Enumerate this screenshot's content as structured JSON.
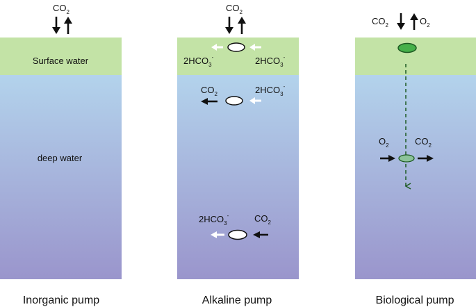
{
  "colors": {
    "surface": "#c3e3a6",
    "deep_top": "#b3d3ec",
    "deep_bottom": "#9a95cc",
    "arrow_dark": "#111111",
    "arrow_white": "#ffffff",
    "cell_fill": "#46b04a",
    "cell_outline": "#1d5a22",
    "cell_sinking": "#8cc39a",
    "carbonate_fill": "#ffffff"
  },
  "columns": {
    "inorganic": {
      "caption": "Inorganic pump",
      "surface_label": "Surface water",
      "deep_label": "deep water",
      "top_gas": {
        "text": "CO",
        "sub": "2"
      }
    },
    "alkaline": {
      "caption": "Alkaline pump",
      "top_gas": {
        "text": "CO",
        "sub": "2"
      },
      "surface_left": {
        "text": "2HCO",
        "sub": "3",
        "sup": "-"
      },
      "surface_right": {
        "text": "2HCO",
        "sub": "3",
        "sup": "-"
      },
      "mid_left": {
        "text": "CO",
        "sub": "2"
      },
      "mid_right": {
        "text": "2HCO",
        "sub": "3",
        "sup": "-"
      },
      "bottom_left": {
        "text": "2HCO",
        "sub": "3",
        "sup": "-"
      },
      "bottom_right": {
        "text": "CO",
        "sub": "2"
      }
    },
    "biological": {
      "caption": "Biological pump",
      "top_left_gas": {
        "text": "CO",
        "sub": "2"
      },
      "top_right_gas": {
        "text": "O",
        "sub": "2"
      },
      "deep_left_gas": {
        "text": "O",
        "sub": "2"
      },
      "deep_right_gas": {
        "text": "CO",
        "sub": "2"
      }
    }
  }
}
